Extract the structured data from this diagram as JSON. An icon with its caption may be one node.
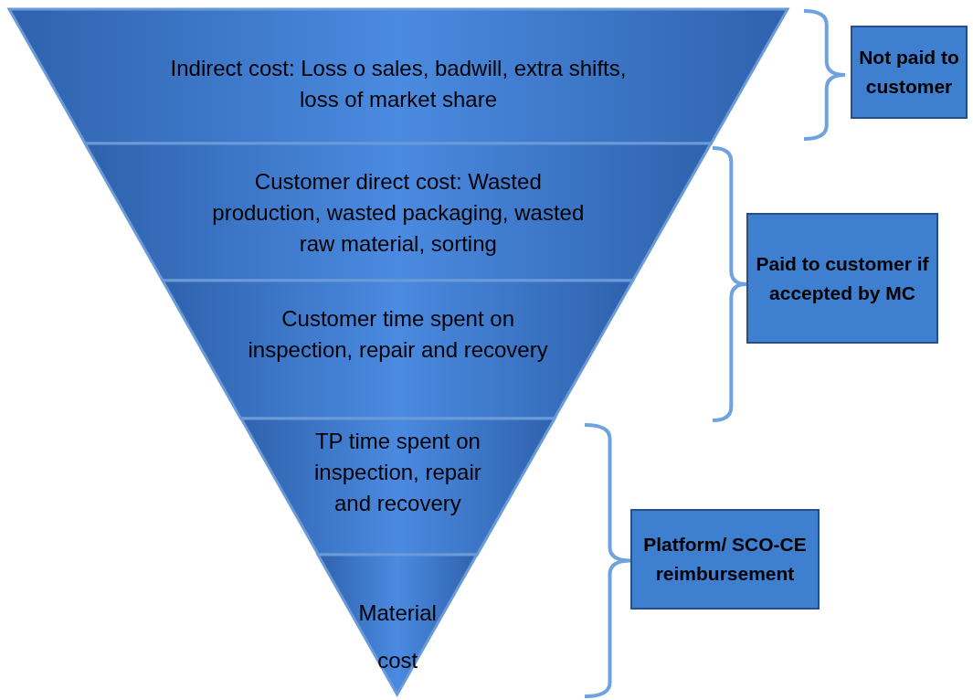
{
  "diagram": {
    "nodes": [
      {
        "text": [
          "Indirect cost: Loss o sales, badwill, extra shifts, loss of market share"
        ]
      },
      {
        "text": [
          "Customer direct cost: Wasted production, wasted packaging, wasted raw material, sorting"
        ]
      },
      {
        "text": [
          "Customer time spent on inspection, repair and recovery"
        ]
      },
      {
        "text": [
          "TP time spent on inspection, repair and recovery"
        ]
      },
      {
        "text": [
          "Material cost"
        ]
      },
      {
        "text": [
          "Not paid to customer"
        ]
      },
      {
        "text": [
          "Paid to customer if accepted by MC"
        ]
      },
      {
        "text": [
          "Platform/ SCO-CE reimbursement"
        ]
      }
    ]
  }
}
